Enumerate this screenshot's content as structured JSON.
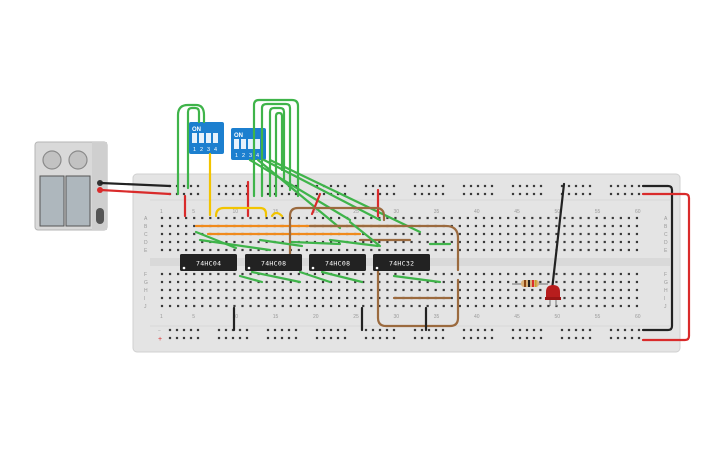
{
  "chips": [
    {
      "label": "74HC04"
    },
    {
      "label": "74HC08"
    },
    {
      "label": "74HC08"
    },
    {
      "label": "74HC32"
    }
  ],
  "dip_switches": [
    {
      "on_label": "ON",
      "pins": [
        "1",
        "2",
        "3",
        "4"
      ]
    },
    {
      "on_label": "ON",
      "pins": [
        "1",
        "2",
        "3",
        "4"
      ]
    }
  ],
  "breadboard": {
    "column_numbers": [
      "1",
      "5",
      "10",
      "15",
      "20",
      "25",
      "30",
      "35",
      "40",
      "45",
      "50",
      "55",
      "60"
    ],
    "row_letters_top": [
      "A",
      "B",
      "C",
      "D",
      "E"
    ],
    "row_letters_bottom": [
      "F",
      "G",
      "H",
      "I",
      "J"
    ],
    "rail_plus": "+",
    "rail_minus": "−"
  },
  "colors": {
    "breadboard": "#e4e4e4",
    "chip": "#222222",
    "dip": "#1c7fcf",
    "wire_green": "#3fb44a",
    "wire_red": "#d92b2b",
    "wire_black": "#222222",
    "wire_orange": "#f08a1c",
    "wire_yellow": "#f2c400",
    "wire_brown": "#9b6a3e",
    "led": "#b81d1d"
  },
  "icons": [
    "battery-pack-icon",
    "led-icon",
    "resistor-icon"
  ]
}
